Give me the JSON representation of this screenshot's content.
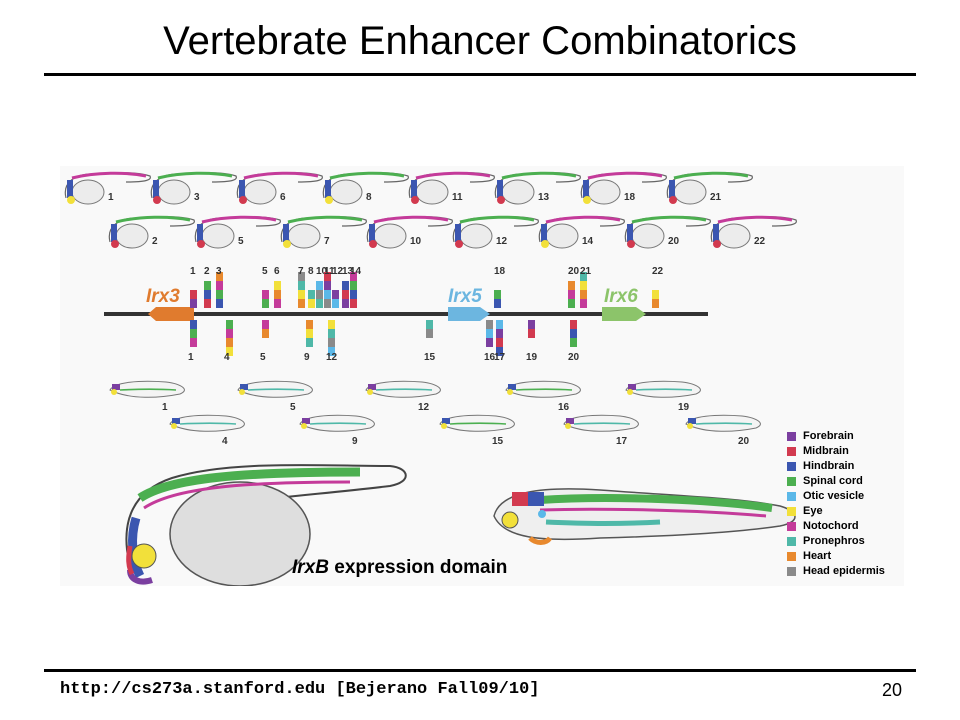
{
  "slide": {
    "title": "Vertebrate Enhancer Combinatorics",
    "footer": "http://cs273a.stanford.edu   [Bejerano Fall09/10]",
    "page_number": "20"
  },
  "figure": {
    "genes": [
      {
        "name": "Irx3",
        "color": "#e07b2e"
      },
      {
        "name": "Irx5",
        "color": "#6cb6e0"
      },
      {
        "name": "Irx6",
        "color": "#8cc46a"
      }
    ],
    "embryo_labels_row1": [
      "1",
      "3",
      "6",
      "8",
      "11",
      "13",
      "18",
      "21"
    ],
    "embryo_labels_row2": [
      "2",
      "5",
      "7",
      "10",
      "12",
      "14",
      "20",
      "22"
    ],
    "enhancer_labels_above": [
      "1",
      "2",
      "3",
      "5",
      "6",
      "7",
      "8",
      "10",
      "11",
      "12",
      "13",
      "14",
      "18",
      "20",
      "21",
      "22"
    ],
    "enhancer_labels_below": [
      "1",
      "4",
      "5",
      "9",
      "12",
      "15",
      "16",
      "17",
      "19",
      "20"
    ],
    "larva_labels_row1": [
      "1",
      "5",
      "12",
      "16",
      "19"
    ],
    "larva_labels_row2": [
      "4",
      "9",
      "15",
      "17",
      "20"
    ],
    "caption_italic": "IrxB",
    "caption_rest": " expression domain",
    "legend": [
      {
        "label": "Forebrain",
        "color": "#7b3fa0"
      },
      {
        "label": "Midbrain",
        "color": "#d23a4f"
      },
      {
        "label": "Hindbrain",
        "color": "#3b56b0"
      },
      {
        "label": "Spinal cord",
        "color": "#4caf50"
      },
      {
        "label": "Otic vesicle",
        "color": "#5bb8e8"
      },
      {
        "label": "Eye",
        "color": "#f2e03a"
      },
      {
        "label": "Notochord",
        "color": "#c43b9a"
      },
      {
        "label": "Pronephros",
        "color": "#4fb8a8"
      },
      {
        "label": "Heart",
        "color": "#e8892e"
      },
      {
        "label": "Head epidermis",
        "color": "#8a8a8a"
      }
    ]
  }
}
